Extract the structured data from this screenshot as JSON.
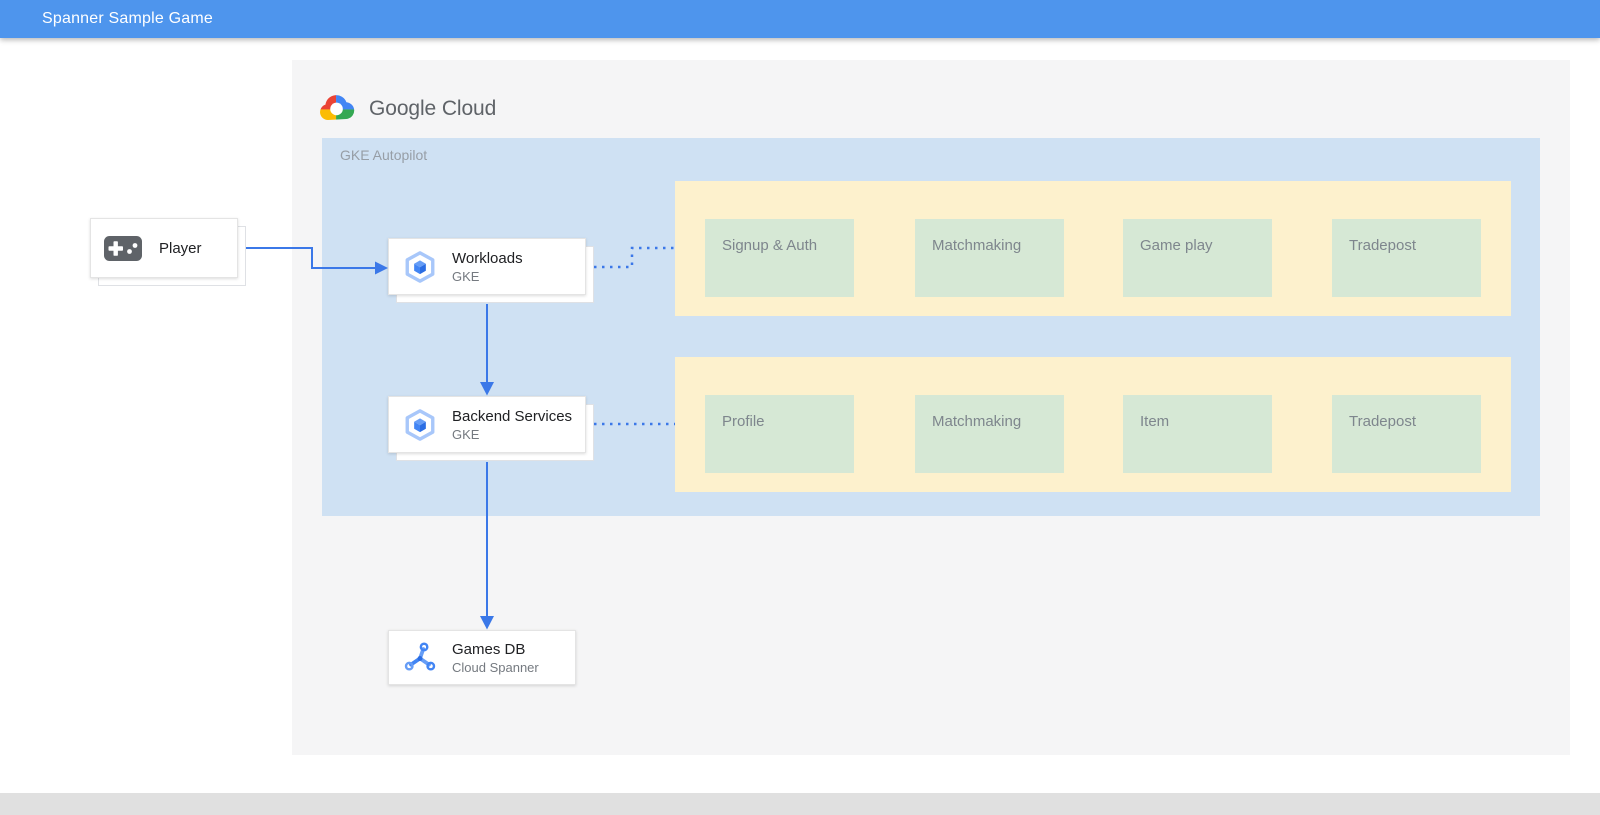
{
  "window": {
    "title_bar": "Spanner Sample Game"
  },
  "diagram": {
    "brand": "Google Cloud",
    "container_label": "GKE Autopilot",
    "nodes": {
      "player": {
        "title": "Player",
        "icon": "gamepad-icon"
      },
      "workloads": {
        "title": "Workloads",
        "subtitle": "GKE",
        "icon": "gke-icon"
      },
      "backend": {
        "title": "Backend Services",
        "subtitle": "GKE",
        "icon": "gke-icon"
      },
      "games_db": {
        "title": "Games DB",
        "subtitle": "Cloud Spanner",
        "icon": "cloud-spanner-icon"
      }
    },
    "service_groups": [
      {
        "services": [
          "Signup & Auth",
          "Matchmaking",
          "Game play",
          "Tradepost"
        ]
      },
      {
        "services": [
          "Profile",
          "Matchmaking",
          "Item",
          "Tradepost"
        ]
      }
    ],
    "edges": [
      {
        "from": "player",
        "to": "workloads",
        "style": "solid-arrow"
      },
      {
        "from": "workloads",
        "to": "backend",
        "style": "solid-arrow"
      },
      {
        "from": "backend",
        "to": "games_db",
        "style": "solid-arrow"
      },
      {
        "from": "workloads",
        "to": "service-group-1",
        "style": "dotted-line"
      },
      {
        "from": "backend",
        "to": "service-group-2",
        "style": "dotted-line"
      }
    ],
    "colors": {
      "header_bg": "#4e95ed",
      "canvas_bg": "#f5f5f6",
      "gke_container_bg": "#cfe1f3",
      "service_group_bg": "#fdf1cd",
      "service_box_bg": "#d6e8d5",
      "arrow_blue": "#3b78e8",
      "google_blue": "#4285f4",
      "google_red": "#ea4335",
      "google_yellow": "#fbbc04",
      "google_green": "#34a853"
    }
  }
}
